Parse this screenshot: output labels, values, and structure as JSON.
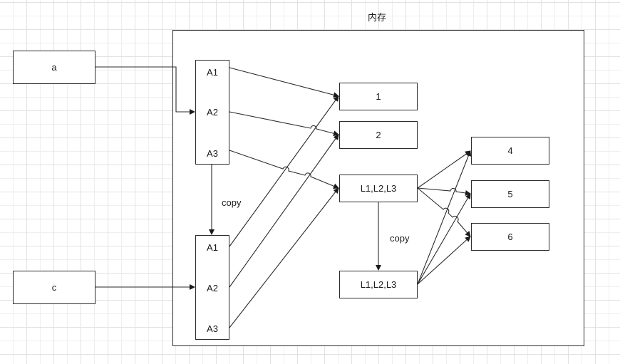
{
  "diagram": {
    "container": {
      "title": "内存"
    },
    "variables": [
      {
        "id": "a",
        "label": "a"
      },
      {
        "id": "c",
        "label": "c"
      }
    ],
    "arrays": [
      {
        "id": "array-top",
        "cells": [
          "A1",
          "A2",
          "A3"
        ]
      },
      {
        "id": "array-bottom",
        "cells": [
          "A1",
          "A2",
          "A3"
        ]
      }
    ],
    "values": [
      {
        "id": "v1",
        "label": "1"
      },
      {
        "id": "v2",
        "label": "2"
      },
      {
        "id": "list-top",
        "label": "L1,L2,L3"
      },
      {
        "id": "list-bottom",
        "label": "L1,L2,L3"
      },
      {
        "id": "v4",
        "label": "4"
      },
      {
        "id": "v5",
        "label": "5"
      },
      {
        "id": "v6",
        "label": "6"
      }
    ],
    "edge_labels": {
      "array_copy": "copy",
      "list_copy": "copy"
    },
    "edges": [
      {
        "from": "a",
        "to": "array-top.A2"
      },
      {
        "from": "c",
        "to": "array-bottom.A2"
      },
      {
        "from": "array-top",
        "to": "array-bottom",
        "label": "copy"
      },
      {
        "from": "array-top.A1",
        "to": "v1"
      },
      {
        "from": "array-top.A2",
        "to": "v2"
      },
      {
        "from": "array-top.A3",
        "to": "list-top"
      },
      {
        "from": "array-bottom.A1",
        "to": "v1"
      },
      {
        "from": "array-bottom.A2",
        "to": "v2"
      },
      {
        "from": "array-bottom.A3",
        "to": "list-top"
      },
      {
        "from": "list-top",
        "to": "list-bottom",
        "label": "copy"
      },
      {
        "from": "list-top",
        "to": "v4"
      },
      {
        "from": "list-top",
        "to": "v5"
      },
      {
        "from": "list-top",
        "to": "v6"
      },
      {
        "from": "list-bottom",
        "to": "v4"
      },
      {
        "from": "list-bottom",
        "to": "v5"
      },
      {
        "from": "list-bottom",
        "to": "v6"
      }
    ]
  }
}
